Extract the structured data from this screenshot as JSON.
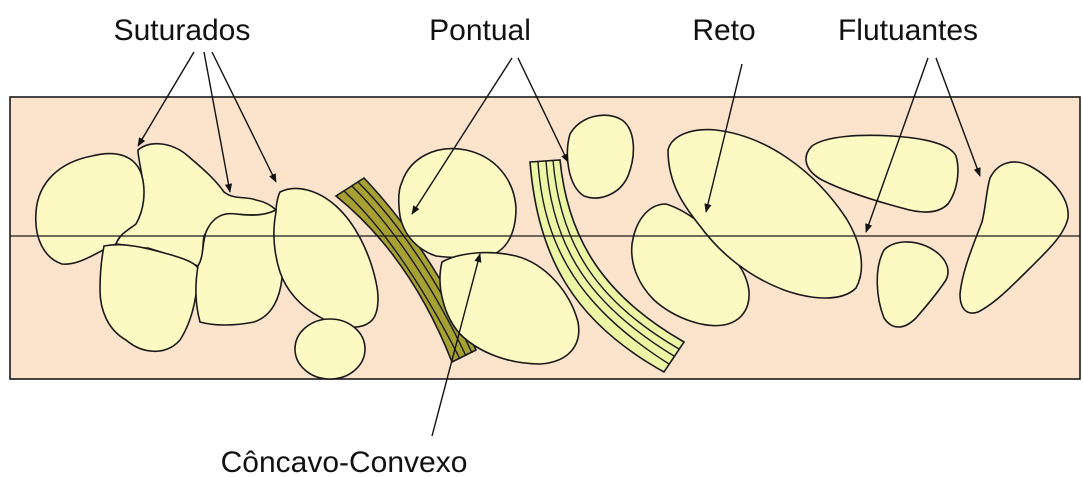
{
  "labels": {
    "sutured": "Suturados",
    "point": "Pontual",
    "straight": "Reto",
    "floating": "Flutuantes",
    "concave_convex": "Côncavo-Convexo"
  },
  "colors": {
    "band_fill": "#fbe3cc",
    "grain_fill": "#fdf9c3",
    "dark_grain": "#a7a134",
    "light_grain": "#ecf7a6",
    "line": "#1a1a1a"
  }
}
